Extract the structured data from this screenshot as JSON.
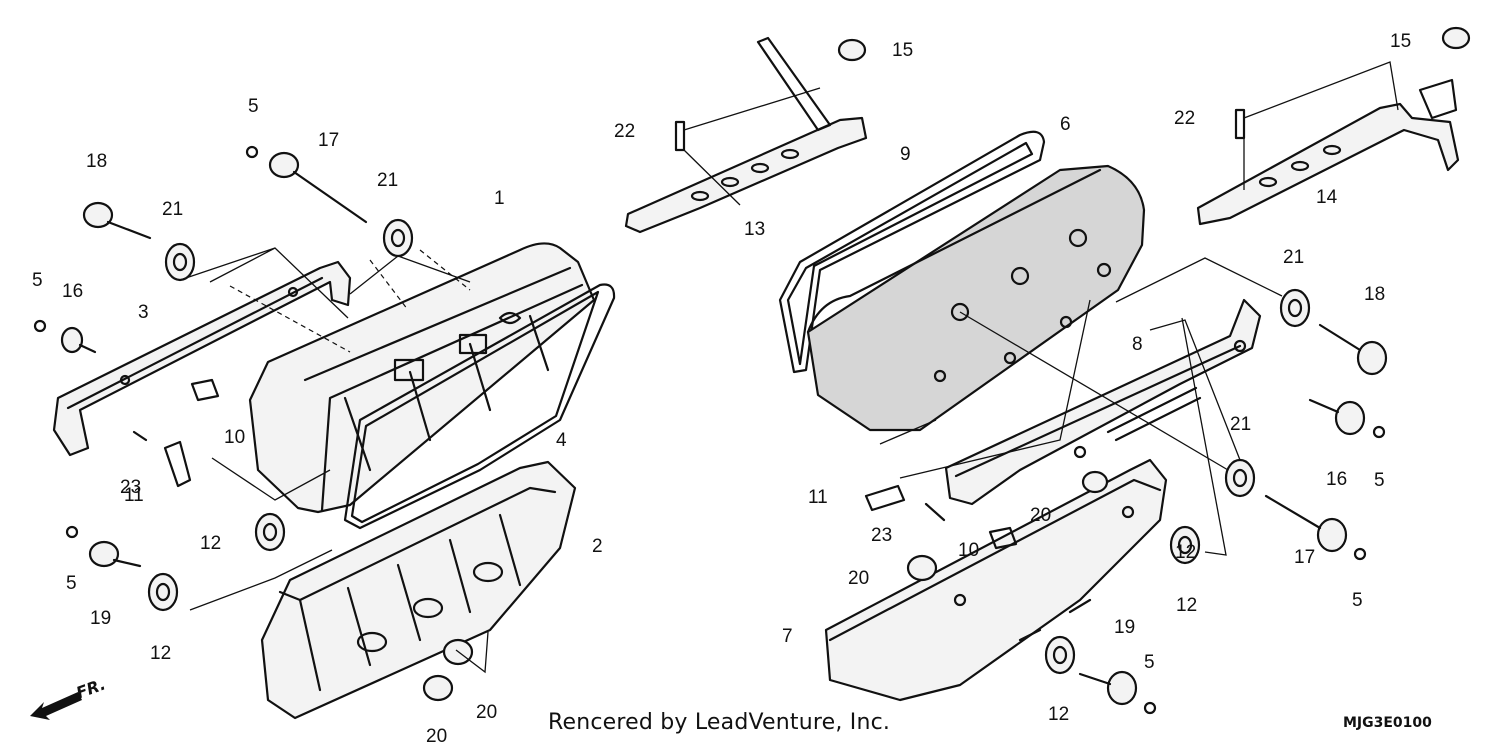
{
  "footer": {
    "credit": "Rencered by LeadVenture, Inc.",
    "diagram_code": "MJG3E0100",
    "front_label": "FR."
  },
  "callouts": [
    "1",
    "2",
    "3",
    "4",
    "5",
    "5",
    "5",
    "5",
    "5",
    "5",
    "6",
    "7",
    "8",
    "9",
    "10",
    "10",
    "11",
    "11",
    "12",
    "12",
    "12",
    "12",
    "12",
    "13",
    "14",
    "15",
    "15",
    "16",
    "16",
    "17",
    "17",
    "18",
    "18",
    "19",
    "19",
    "20",
    "20",
    "20",
    "20",
    "21",
    "21",
    "21",
    "21",
    "22",
    "22",
    "23",
    "23"
  ],
  "icons": {
    "front_arrow": "left-down-arrow-icon"
  }
}
